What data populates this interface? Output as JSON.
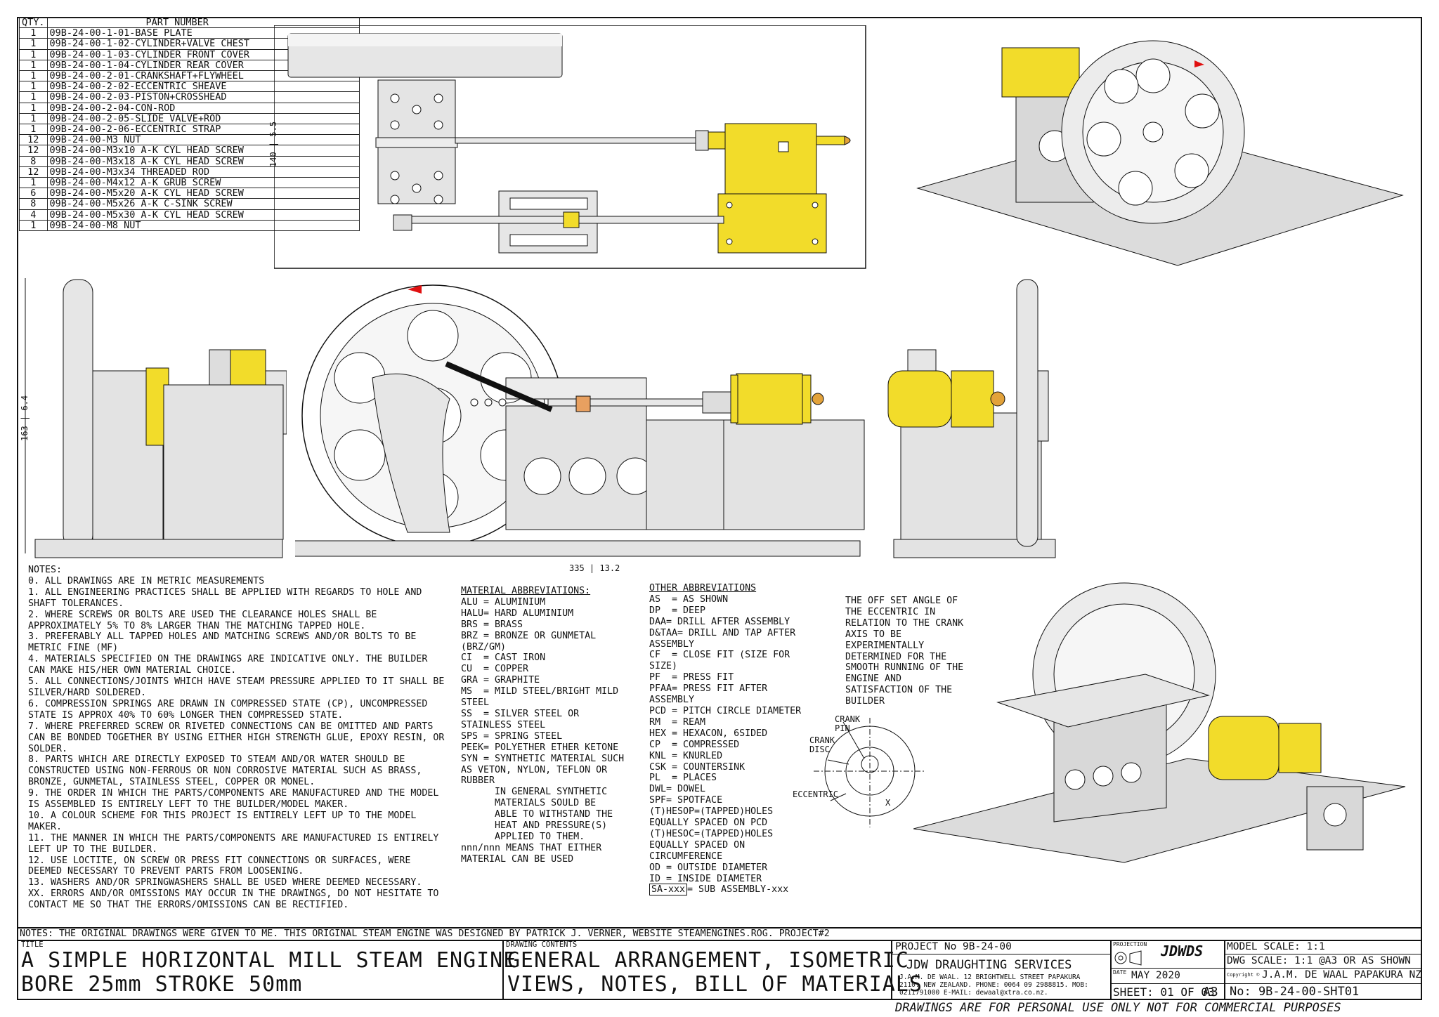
{
  "bom": {
    "header": {
      "qty": "QTY.",
      "part": "PART NUMBER"
    },
    "rows": [
      {
        "qty": "1",
        "part": "09B-24-00-1-01-BASE PLATE"
      },
      {
        "qty": "1",
        "part": "09B-24-00-1-02-CYLINDER+VALVE CHEST"
      },
      {
        "qty": "1",
        "part": "09B-24-00-1-03-CYLINDER FRONT COVER"
      },
      {
        "qty": "1",
        "part": "09B-24-00-1-04-CYLINDER REAR COVER"
      },
      {
        "qty": "1",
        "part": "09B-24-00-2-01-CRANKSHAFT+FLYWHEEL"
      },
      {
        "qty": "1",
        "part": "09B-24-00-2-02-ECCENTRIC SHEAVE"
      },
      {
        "qty": "1",
        "part": "09B-24-00-2-03-PISTON+CROSSHEAD"
      },
      {
        "qty": "1",
        "part": "09B-24-00-2-04-CON-ROD"
      },
      {
        "qty": "1",
        "part": "09B-24-00-2-05-SLIDE VALVE+ROD"
      },
      {
        "qty": "1",
        "part": "09B-24-00-2-06-ECCENTRIC STRAP"
      },
      {
        "qty": "12",
        "part": "09B-24-00-M3 NUT"
      },
      {
        "qty": "12",
        "part": "09B-24-00-M3x10 A-K CYL HEAD SCREW"
      },
      {
        "qty": "8",
        "part": "09B-24-00-M3x18 A-K CYL HEAD SCREW"
      },
      {
        "qty": "12",
        "part": "09B-24-00-M3x34 THREADED ROD"
      },
      {
        "qty": "1",
        "part": "09B-24-00-M4x12 A-K GRUB SCREW"
      },
      {
        "qty": "6",
        "part": "09B-24-00-M5x20 A-K CYL HEAD SCREW"
      },
      {
        "qty": "8",
        "part": "09B-24-00-M5x26 A-K C-SINK SCREW"
      },
      {
        "qty": "4",
        "part": "09B-24-00-M5x30 A-K CYL HEAD SCREW"
      },
      {
        "qty": "1",
        "part": "09B-24-00-M8 NUT"
      }
    ]
  },
  "dims": {
    "top_height": "140",
    "top_height_in": "5.5",
    "side_height": "163",
    "side_height_in": "6.4",
    "length": "335",
    "length_in": "13.2"
  },
  "notes": {
    "title": "NOTES:",
    "body": "0. ALL DRAWINGS ARE IN METRIC MEASUREMENTS\n1. ALL ENGINEERING PRACTICES SHALL BE APPLIED WITH REGARDS TO HOLE AND SHAFT TOLERANCES.\n2. WHERE SCREWS OR BOLTS ARE USED THE CLEARANCE HOLES SHALL BE APPROXIMATELY 5% TO 8% LARGER THAN THE MATCHING TAPPED HOLE.\n3. PREFERABLY ALL TAPPED HOLES AND MATCHING SCREWS AND/OR BOLTS TO BE METRIC FINE (MF)\n4. MATERIALS SPECIFIED ON THE DRAWINGS ARE INDICATIVE ONLY. THE BUILDER CAN MAKE HIS/HER OWN MATERIAL CHOICE.\n5. ALL CONNECTIONS/JOINTS WHICH HAVE STEAM PRESSURE APPLIED TO IT SHALL BE SILVER/HARD SOLDERED.\n6. COMPRESSION SPRINGS ARE DRAWN IN COMPRESSED STATE (CP), UNCOMPRESSED STATE IS APPROX 40% TO 60% LONGER THEN COMPRESSED STATE.\n7. WHERE PREFERRED SCREW OR RIVETED CONNECTIONS CAN BE OMITTED AND PARTS CAN BE BONDED TOGETHER BY USING EITHER HIGH STRENGTH GLUE, EPOXY RESIN, OR SOLDER.\n8. PARTS WHICH ARE DIRECTLY EXPOSED TO STEAM AND/OR WATER SHOULD BE CONSTRUCTED USING NON-FERROUS OR NON CORROSIVE MATERIAL SUCH AS BRASS, BRONZE, GUNMETAL, STAINLESS STEEL, COPPER OR MONEL.\n9. THE ORDER IN WHICH THE PARTS/COMPONENTS ARE MANUFACTURED AND THE MODEL IS ASSEMBLED IS ENTIRELY LEFT TO THE BUILDER/MODEL MAKER.\n10. A COLOUR SCHEME FOR THIS PROJECT IS ENTIRELY LEFT UP TO THE MODEL MAKER.\n11. THE MANNER IN WHICH THE PARTS/COMPONENTS ARE MANUFACTURED IS ENTIRELY LEFT UP TO THE BUILDER.\n12. USE LOCTITE, ON SCREW OR PRESS FIT CONNECTIONS OR SURFACES, WERE DEEMED NECESSARY TO PREVENT PARTS FROM LOOSENING.\n13. WASHERS AND/OR SPRINGWASHERS SHALL BE USED WHERE DEEMED NECESSARY.\nXX. ERRORS AND/OR OMISSIONS MAY OCCUR IN THE DRAWINGS, DO NOT HESITATE TO CONTACT ME SO THAT THE ERRORS/OMISSIONS CAN BE RECTIFIED."
  },
  "materials": {
    "title": "MATERIAL ABBREVIATIONS:",
    "body": "ALU = ALUMINIUM\nHALU= HARD ALUMINIUM\nBRS = BRASS\nBRZ = BRONZE OR GUNMETAL (BRZ/GM)\nCI  = CAST IRON\nCU  = COPPER\nGRA = GRAPHITE\nMS  = MILD STEEL/BRIGHT MILD STEEL\nSS  = SILVER STEEL OR STAINLESS STEEL\nSPS = SPRING STEEL\nPEEK= POLYETHER ETHER KETONE\nSYN = SYNTHETIC MATERIAL SUCH AS VETON, NYLON, TEFLON OR RUBBER\n      IN GENERAL SYNTHETIC\n      MATERIALS SOULD BE\n      ABLE TO WITHSTAND THE\n      HEAT AND PRESSURE(S)\n      APPLIED TO THEM.\nnnn/nnn MEANS THAT EITHER\nMATERIAL CAN BE USED"
  },
  "other": {
    "title": "OTHER ABBREVIATIONS",
    "body": "AS  = AS SHOWN\nDP  = DEEP\nDAA= DRILL AFTER ASSEMBLY\nD&TAA= DRILL AND TAP AFTER ASSEMBLY\nCF  = CLOSE FIT (SIZE FOR SIZE)\nPF  = PRESS FIT\nPFAA= PRESS FIT AFTER ASSEMBLY\nPCD = PITCH CIRCLE DIAMETER\nRM  = REAM\nHEX = HEXACON, 6SIDED\nCP  = COMPRESSED\nKNL = KNURLED\nCSK = COUNTERSINK\nPL  = PLACES\nDWL= DOWEL\nSPF= SPOTFACE\n(T)HESOP=(TAPPED)HOLES\nEQUALLY SPACED ON PCD\n(T)HESOC=(TAPPED)HOLES\nEQUALLY SPACED ON\nCIRCUMFERENCE\nOD = OUTSIDE DIAMETER\nID = INSIDE DIAMETER",
    "sa_box": "SA-xxx",
    "sa_text": "= SUB ASSEMBLY-xxx"
  },
  "eccentric_note": "THE OFF SET ANGLE OF THE ECCENTRIC IN RELATION TO THE CRANK AXIS TO BE EXPERIMENTALLY DETERMINED FOR THE SMOOTH RUNNING OF THE ENGINE AND SATISFACTION OF THE BUILDER",
  "detail_labels": {
    "crank_pin": "CRANK\nPIN",
    "crank_disc": "CRANK\nDISC",
    "eccentric": "ECCENTRIC",
    "x": "X"
  },
  "footer_note": "NOTES: THE ORIGINAL DRAWINGS WERE GIVEN TO ME. THIS ORIGINAL STEAM ENGINE WAS DESIGNED BY PATRICK J. VERNER, WEBSITE STEAMENGINES.ROG. PROJECT#2",
  "title_block": {
    "title_label": "TITLE",
    "title_line1": "A SIMPLE HORIZONTAL MILL STEAM ENGINE",
    "title_line2": "BORE 25mm STROKE 50mm",
    "contents_label": "DRAWING CONTENTS",
    "contents_line1": "GENERAL ARRANGEMENT, ISOMETRIC",
    "contents_line2": "VIEWS, NOTES, BILL OF MATERIALS",
    "project": "PROJECT No  9B-24-00",
    "company": "JDW DRAUGHTING SERVICES",
    "address1": "J.A.M. DE WAAL. 12 BRIGHTWELL STREET PAPAKURA",
    "address2": "2110. NEW ZEALAND. PHONE: 0064 09 2988815. MOB:",
    "address3": "0211791000 E-MAIL: dewaal@xtra.co.nz.",
    "projection_label": "PROJECTION",
    "logo": "JDWDS",
    "date_label": "DATE",
    "date": "MAY 2020",
    "sheet": "SHEET: 01 OF 03",
    "size": "A3",
    "model_scale": "MODEL SCALE: 1:1",
    "dwg_scale": "DWG SCALE: 1:1 @A3 OR AS SHOWN",
    "copyright_label": "Copyright ©",
    "copyright": "J.A.M. DE WAAL PAPAKURA NZ",
    "drawing_no": "No: 9B-24-00-SHT01",
    "disclaimer": "DRAWINGS ARE FOR PERSONAL USE ONLY NOT FOR COMMERCIAL PURPOSES"
  },
  "colors": {
    "brass": "#f2dc2a",
    "steel": "#d9d9d9",
    "line": "#111111",
    "accent": "#e01010"
  }
}
